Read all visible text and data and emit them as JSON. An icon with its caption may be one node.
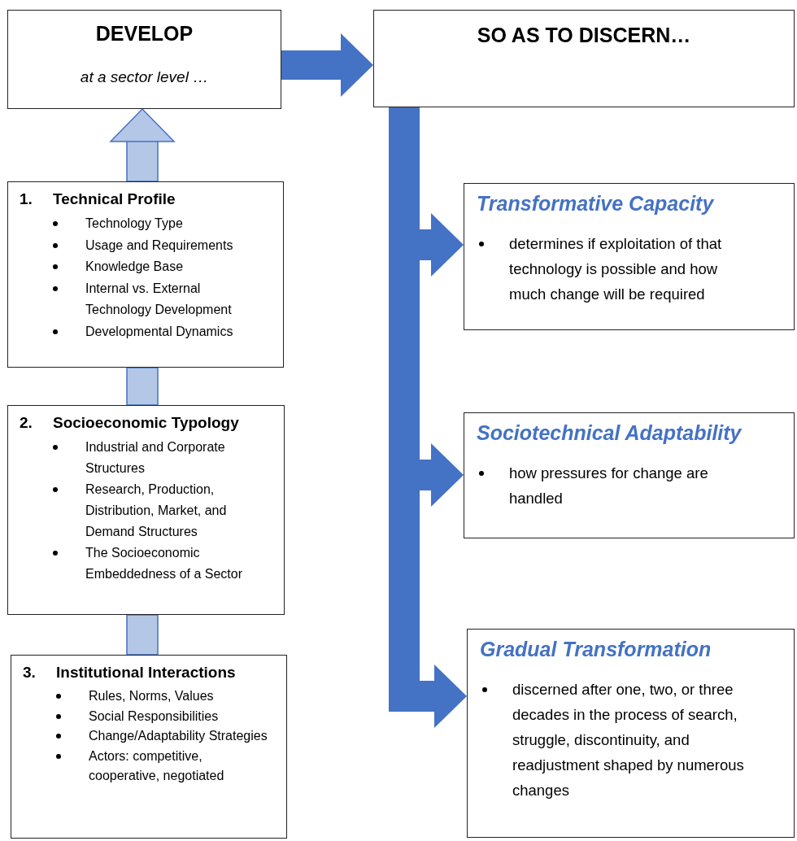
{
  "diagram": {
    "nodes": [
      {
        "text": [
          "DEVELOP",
          "at a sector level …"
        ]
      },
      {
        "text": [
          "SO AS TO DISCERN…"
        ]
      },
      {
        "text": [
          "1.",
          "Technical Profile",
          "Technology Type",
          "Usage and Requirements",
          "Knowledge Base",
          "Internal vs. External Technology Development",
          "Developmental Dynamics"
        ]
      },
      {
        "text": [
          "2.",
          "Socioeconomic Typology",
          "Industrial and Corporate Structures",
          "Research, Production, Distribution, Market, and Demand Structures",
          "The Socioeconomic Embeddedness of a Sector"
        ]
      },
      {
        "text": [
          "3.",
          "Institutional Interactions",
          "Rules, Norms, Values",
          "Social Responsibilities",
          "Change/Adaptability Strategies",
          "Actors: competitive, cooperative, negotiated"
        ]
      },
      {
        "text": [
          "Transformative Capacity",
          "determines if exploitation of that technology is possible and how much change will be required"
        ]
      },
      {
        "text": [
          "Sociotechnical Adaptability",
          "how pressures for change are handled"
        ]
      },
      {
        "text": [
          "Gradual Transformation",
          "discerned after one, two, or three decades in the process of search, struggle, discontinuity, and readjustment shaped by numerous changes"
        ]
      }
    ],
    "edges": [
      {
        "from": 2,
        "to": 0,
        "arrow": "to",
        "color": "#b4c7e7"
      },
      {
        "from": 3,
        "to": 2,
        "arrow": "none",
        "color": "#b4c7e7"
      },
      {
        "from": 4,
        "to": 3,
        "arrow": "none",
        "color": "#b4c7e7"
      },
      {
        "from": 0,
        "to": 1,
        "arrow": "to"
      },
      {
        "from": 1,
        "to": 5,
        "arrow": "to"
      },
      {
        "from": 1,
        "to": 6,
        "arrow": "to"
      },
      {
        "from": 1,
        "to": 7,
        "arrow": "to"
      }
    ]
  }
}
